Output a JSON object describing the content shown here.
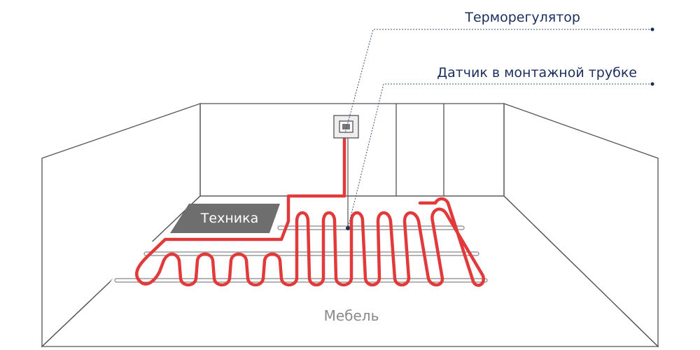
{
  "labels": {
    "thermostat": "Терморегулятор",
    "sensor": "Датчик в монтажной трубке",
    "appliances": "Техника",
    "furniture": "Мебель"
  },
  "colors": {
    "cable": "#e23a3a",
    "label_text": "#1a2e5c",
    "wall_fill": "#f7f7f7",
    "floor_fill": "#e2e2e2",
    "appliance_fill": "#6e6e6e"
  }
}
